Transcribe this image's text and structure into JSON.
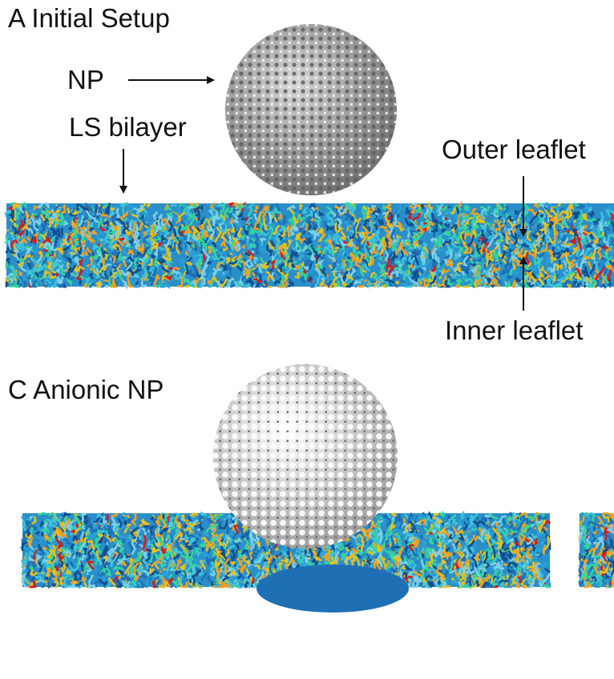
{
  "panel_a": {
    "title": "A Initial Setup",
    "np_label": "NP",
    "bilayer_label": "LS bilayer",
    "outer_label": "Outer leaflet",
    "inner_label": "Inner leaflet"
  },
  "panel_c": {
    "title": "C Anionic NP"
  },
  "colors": {
    "lipid": [
      "#1f6fb5",
      "#2a9fd6",
      "#3fc3d9",
      "#f0a020",
      "#e7c11d",
      "#35d49a",
      "#0e4f8f",
      "#7fd0e8"
    ],
    "accent_red": "#d81b1b",
    "np_atoms_a": "#8a8a8a",
    "np_atoms_c": "#e6e6e6"
  }
}
